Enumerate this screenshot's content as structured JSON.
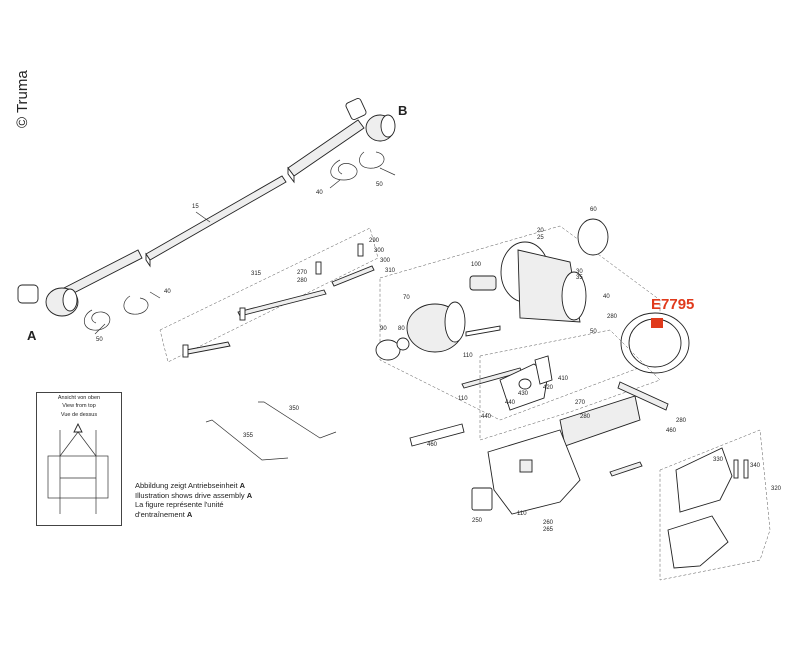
{
  "copyright": "© Truma",
  "part_number": "E7795",
  "assembly_labels": {
    "a": "A",
    "b": "B"
  },
  "inset": {
    "line1": "Ansicht von oben",
    "line2": "View from top",
    "line3": "Vue de dessus"
  },
  "note": {
    "de": "Abbildung zeigt Antriebseinheit",
    "en": "Illustration shows drive assembly",
    "fr1": "La figure représente l'unité",
    "fr2": "d'entraînement",
    "ref": "A"
  },
  "callouts": [
    "15",
    "40",
    "50",
    "40",
    "50",
    "315",
    "270",
    "280",
    "290",
    "300",
    "300",
    "310",
    "100",
    "20",
    "25",
    "30",
    "35",
    "40",
    "280",
    "60",
    "70",
    "80",
    "90",
    "110",
    "50",
    "410",
    "420",
    "430",
    "440",
    "440",
    "110",
    "460",
    "270",
    "280",
    "280",
    "460",
    "350",
    "355",
    "330",
    "340",
    "320",
    "250",
    "110",
    "260",
    "265"
  ],
  "highlight_color": "#e03a1c"
}
